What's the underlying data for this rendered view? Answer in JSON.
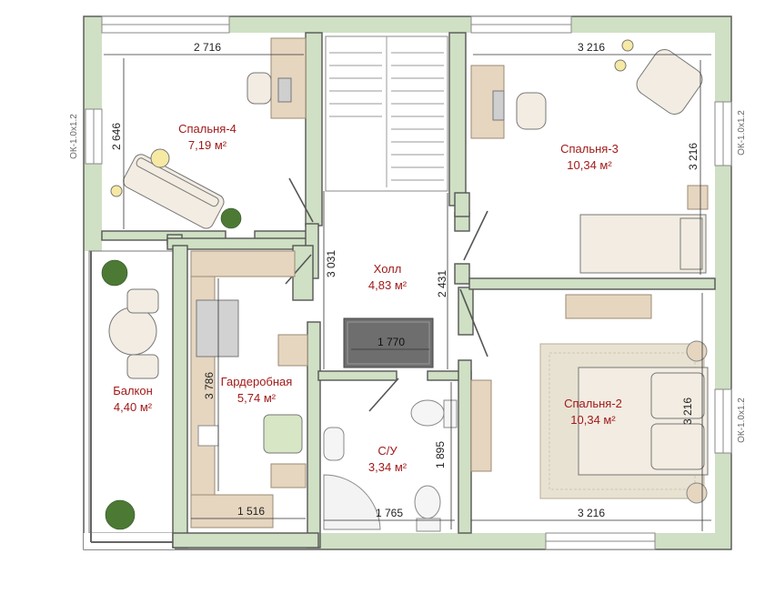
{
  "rooms": {
    "bedroom4": {
      "name": "Спальня-4",
      "area": "7,19 м²"
    },
    "bedroom3": {
      "name": "Спальня-3",
      "area": "10,34 м²"
    },
    "hall": {
      "name": "Холл",
      "area": "4,83 м²"
    },
    "bedroom2": {
      "name": "Спальня-2",
      "area": "10,34 м²"
    },
    "wardrobe": {
      "name": "Гардеробная",
      "area": "5,74 м²"
    },
    "bathroom": {
      "name": "С/У",
      "area": "3,34 м²"
    },
    "balcony": {
      "name": "Балкон",
      "area": "4,40 м²"
    }
  },
  "dimensions": {
    "bedroom4_width": "2 716",
    "bedroom4_depth": "2 646",
    "bedroom3_width": "3 216",
    "bedroom3_depth": "3 216",
    "hall_left": "3 031",
    "hall_right": "2 431",
    "hall_rug": "1 770",
    "bedroom2_width": "3 216",
    "bedroom2_depth": "3 216",
    "wardrobe_depth": "3 786",
    "wardrobe_width": "1 516",
    "bathroom_width": "1 765",
    "bathroom_depth": "1 895"
  },
  "windows": {
    "left": "ОК-1.0х1.2",
    "right_top": "ОК-1.0х1.2",
    "right_bottom": "ОК-1.0х1.2"
  },
  "colors": {
    "wall": "#cfe0c4",
    "room_label": "#a11a1a",
    "wood": "#e6d6c0",
    "rug": "#e8e2d2"
  }
}
